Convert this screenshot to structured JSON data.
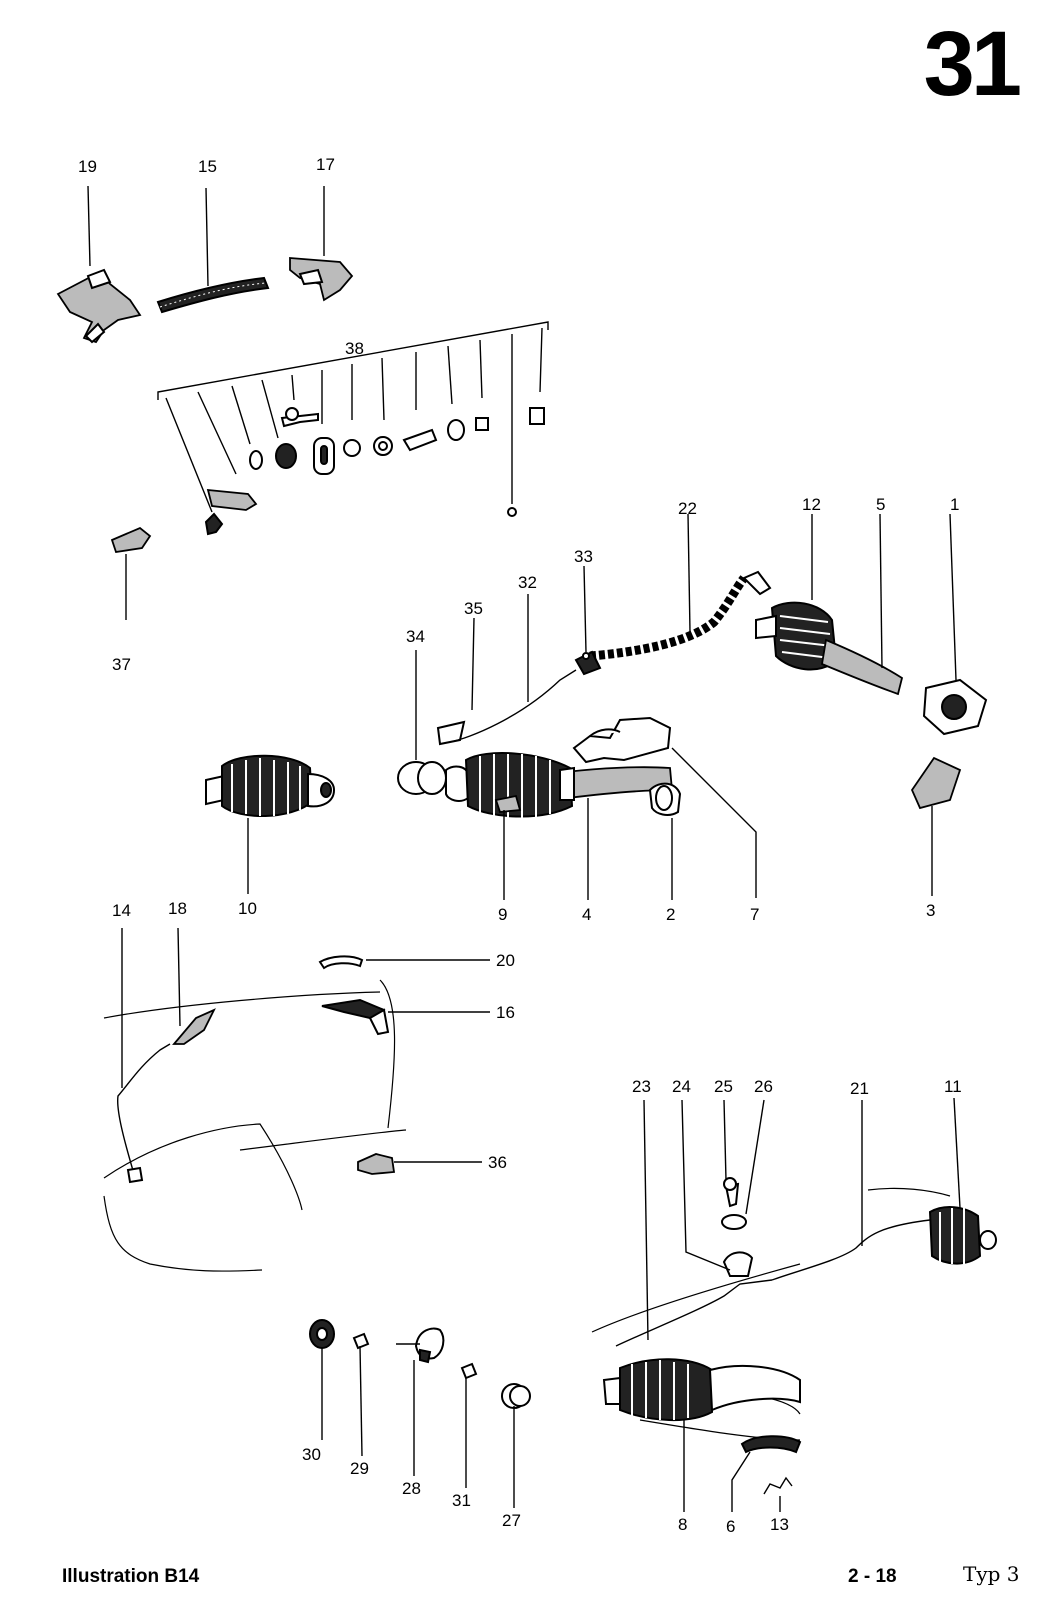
{
  "page_number": "31",
  "footer": {
    "illustration": "Illustration B14",
    "page_ref": "2 - 18",
    "type": "Typ 3"
  },
  "callouts": {
    "n1": "1",
    "n2": "2",
    "n3": "3",
    "n4": "4",
    "n5": "5",
    "n6": "6",
    "n7": "7",
    "n8": "8",
    "n9": "9",
    "n10": "10",
    "n11": "11",
    "n12": "12",
    "n13": "13",
    "n14": "14",
    "n15": "15",
    "n16": "16",
    "n17": "17",
    "n18": "18",
    "n19": "19",
    "n20": "20",
    "n21": "21",
    "n22": "22",
    "n23": "23",
    "n24": "24",
    "n25": "25",
    "n26": "26",
    "n27": "27",
    "n28": "28",
    "n29": "29",
    "n30": "30",
    "n31": "31",
    "n32": "32",
    "n33": "33",
    "n34": "34",
    "n35": "35",
    "n36": "36",
    "n37": "37",
    "n38": "38"
  }
}
